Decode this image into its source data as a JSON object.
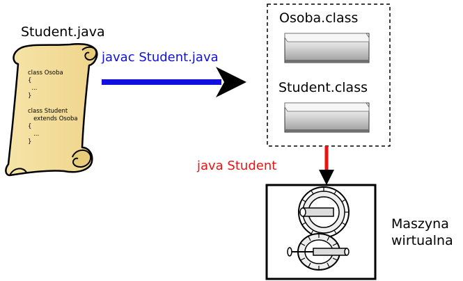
{
  "source_file": {
    "name": "Student.java"
  },
  "compile": {
    "command": "javac Student.java",
    "color": "#1010e0"
  },
  "code_lines": [
    "class Osoba",
    "{",
    "  ...",
    "}",
    "",
    "class Student",
    "   extends Osoba",
    "{",
    "   ...",
    "}"
  ],
  "class_files": [
    {
      "name": "Osoba.class"
    },
    {
      "name": "Student.class"
    }
  ],
  "run": {
    "command": "java Student",
    "color": "#ee1111"
  },
  "vm": {
    "label_line1": "Maszyna",
    "label_line2": "wirtualna"
  }
}
